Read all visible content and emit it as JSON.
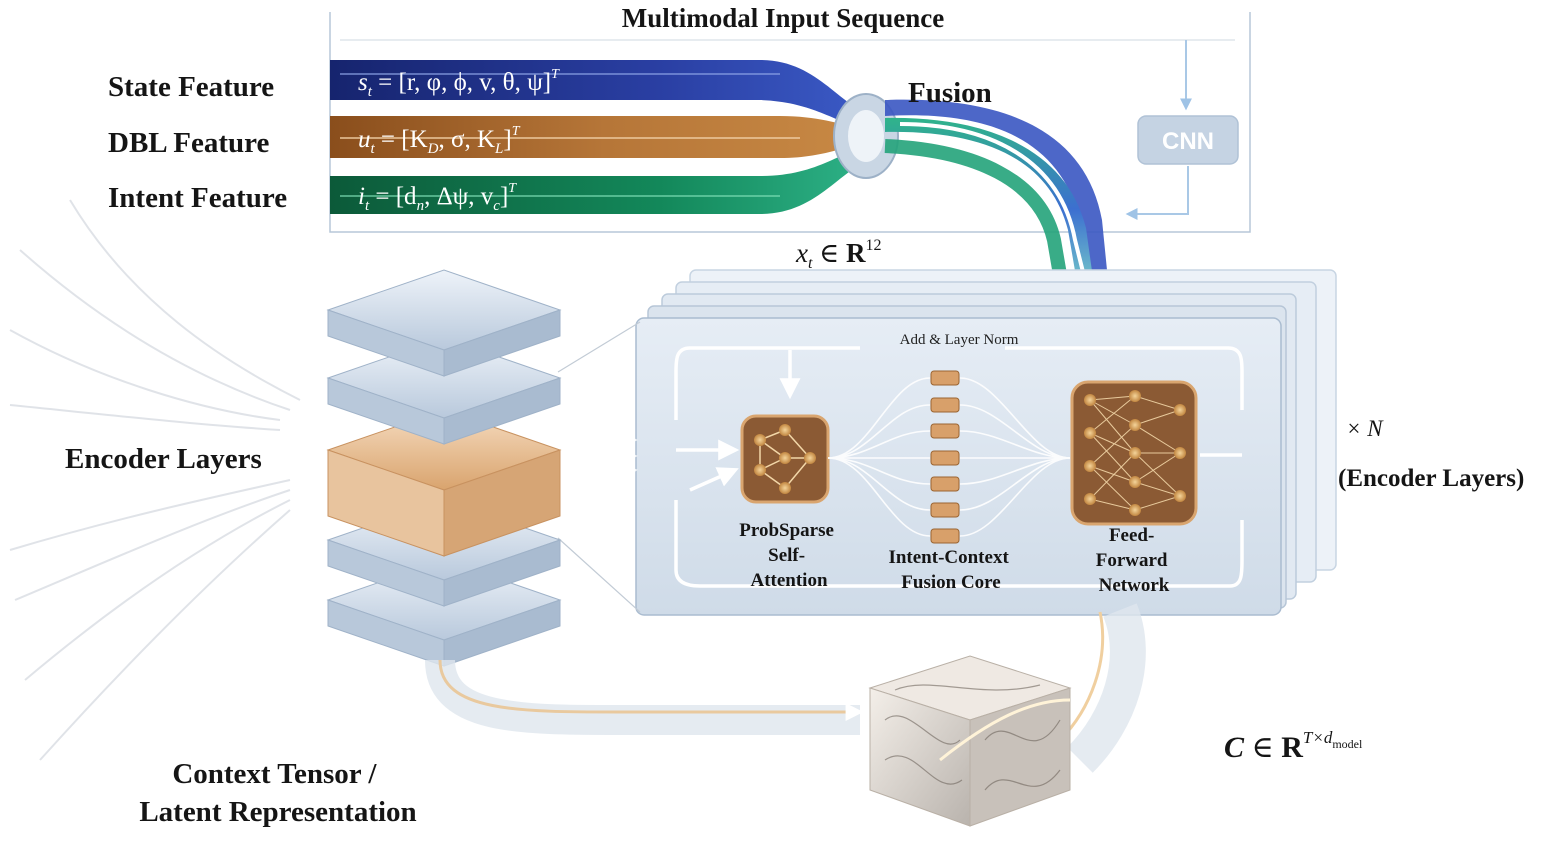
{
  "title": "Multimodal Input Sequence",
  "features": {
    "state": {
      "label": "State Feature",
      "eq_lhs": "s",
      "eq_sub": "t",
      "eq_body": " = [r, φ, ϕ, v, θ, ψ]",
      "eq_sup": "T"
    },
    "dbl": {
      "label": "DBL Feature",
      "eq_lhs": "u",
      "eq_sub": "t",
      "eq_body": " = [K",
      "eq_body_sub": "D",
      "eq_body2": ", σ, K",
      "eq_body2_sub": "L",
      "eq_end": "]",
      "eq_sup": "T"
    },
    "intent": {
      "label": "Intent Feature",
      "eq_lhs": "i",
      "eq_sub": "t",
      "eq_body": " = [d",
      "eq_body_sub": "n",
      "eq_body2": ", Δψ, v",
      "eq_body2_sub": "c",
      "eq_end": "]",
      "eq_sup": "T"
    }
  },
  "fusion_label": "Fusion",
  "cnn_label": "CNN",
  "x_eq": {
    "lhs": "x",
    "sub": "t",
    "rel": " ∈ ",
    "set": "R",
    "sup": "12"
  },
  "encoder_layers_label": "Encoder Layers",
  "add_norm_label": "Add & Layer Norm",
  "blocks": {
    "attention": [
      "ProbSparse",
      "Self-",
      "Attention"
    ],
    "fusion_core": [
      "Intent-Context",
      "Fusion Core"
    ],
    "ffn": [
      "Feed-",
      "Forward",
      "Network"
    ]
  },
  "repeat": {
    "times": "× N",
    "label": "(Encoder Layers)"
  },
  "c_eq": {
    "lhs": "C",
    "rel": " ∈ ",
    "set": "R",
    "sup": "T×d",
    "sup_sub": "model"
  },
  "context_label": [
    "Context Tensor /",
    "Latent Representation"
  ],
  "colors": {
    "state_band": "#1f2f86",
    "dbl_band": "#9a5a22",
    "intent_band": "#0f7a4e",
    "panel": "#dce6f0",
    "accent_gold": "#c98a45",
    "cnn_box": "#c5d3e3"
  }
}
